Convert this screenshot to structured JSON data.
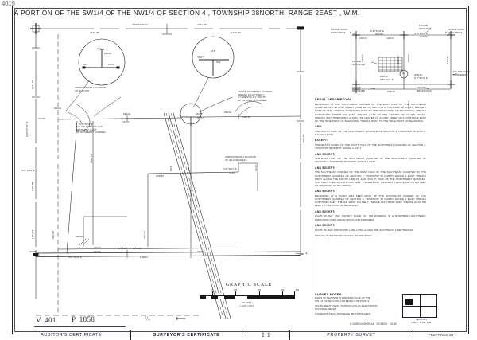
{
  "document": {
    "scan_artifact": "4019",
    "title": "A PORTION OF THE  SW1/4 OF THE  NW1/4 OF SECTION 4 , TOWNSHIP   38NORTH, RANGE  2EAST , W.M.",
    "file_path": "C:\\DWG\\4030RS1A   07/25/04   15:40"
  },
  "title_block": {
    "auditors_certificate": "AUDITOR'S CERTIFICATE",
    "surveyors_certificate": "SURVEYOR'S CERTIFICATE",
    "property_survey": "PROPERTY SURVEY",
    "prepared_by": "PREPARED BY",
    "volume_label": "V. 401",
    "page_label": "P. 1858",
    "sheet_mark": "1 1"
  },
  "legal_description": {
    "heading": "LEGAL DESCRIPTION",
    "blocks": [
      {
        "label": "",
        "text": "BEGINNING AT THE SOUTHWEST CORNER OF THE EAST HALF OF THE SOUTHEAST QUARTER OF THE NORTHWEST QUARTER OF SECTION 4, TOWNSHIP 38 NORTH, RANGE 2 EAST OF W.M.; THENCE NORTH 660 FEET TO THE TRUE POINT OF BEGINNING; THENCE CONTINUING NORTH 100 FEET; THENCE EAST TO THE CENTER OF SILVER CREEK; THENCE SOUTHWESTERLY ALONG THE CENTER OF SILVER CREEK TO A POINT DUE EAST OF THE TRUE POINT OF BEGINNING; THENCE WEST TO THE TRUE POINT OF BEGINNING."
      },
      {
        "label": "AND:",
        "text": "THE SOUTH HALF OF THE NORTHWEST QUARTER OF SECTION 4, TOWNSHIP 38 NORTH, RANGE 2 EAST."
      },
      {
        "label": "EXCEPT:",
        "text": "THE WEST 5 ACRES OF THE SOUTH HALF OF THE NORTHWEST QUARTER OF SECTION 4, TOWNSHIP 38 NORTH, RANGE 2 EAST."
      },
      {
        "label": "AND EXCEPT:",
        "text": "THE EAST HALF OF THE SOUTHEAST QUARTER OF THE NORTHWEST QUARTER OF SECTION 4, TOWNSHIP 38 NORTH, RANGE 2 EAST."
      },
      {
        "label": "AND EXCEPT:",
        "text": "THE SOUTHEAST CORNER OF THE WEST HALF OF THE SOUTHEAST QUARTER OF THE NORTHWEST QUARTER OF SECTION 4, TOWNSHIP 38 NORTH, RANGE 2 EAST; THENCE WEST ALONG THE SOUTH LINE OF SAID SOUTH HALF OF THE NORTHWEST QUARTER, 1015 FEET; THENCE NORTH 660 FEET; THENCE EAST 1015 FEET; THENCE SOUTH 660 FEET TO THE POINT OF BEGINNING."
      },
      {
        "label": "AND EXCEPT:",
        "text": "BEGINNING AT A POINT 1015 FEET WEST OF THE SOUTHEAST CORNER OF THE NORTHWEST QUARTER OF SECTION 4, TOWNSHIP 38 NORTH, RANGE 2 EAST; THENCE NORTH 660 FEET; THENCE WEST 330 FEET; THENCE SOUTH 660 FEET; THENCE EAST 330 FEET TO THE POINT OF BEGINNING."
      },
      {
        "label": "AND EXCEPT:",
        "text": "RIGHT-OF-WAY FOR COUNTY ROAD NO. 385 RUNNING IN A NORTHERLY-SOUTHERLY DIRECTION OVER AND ACROSS SAID PREMISES."
      },
      {
        "label": "AND EXCEPT:",
        "text": "RIGHT-OF-WAY FOR SHADY LANE LYING ALONG THE SOUTHERLY LINE THEREOF."
      },
      {
        "label": "",
        "text": "SITUATE IN WHATCOM COUNTY, WASHINGTON."
      }
    ]
  },
  "survey_notes": {
    "heading": "SURVEY NOTES:",
    "lines": [
      "BASIS OF BEARING IS THE WEST LINE OF THE\nNW 1/4 OF SECTION 4 AS BEING S 00°37'07\" E",
      "INSTRUMENT USED :  TOPCON GTS-3C ELECTRONIC\nDISTANCE METER",
      "STANDARD FIELD TRAVERSE METHODS USED."
    ]
  },
  "locator": {
    "caption": "SECTION 4\nT. 38 N., R. 2E., W.M."
  },
  "graphic_scale": {
    "title": "GRAPHIC  SCALE",
    "ticks": [
      "0",
      "100",
      "200",
      "400",
      "800"
    ],
    "caption": "( IN FEET )\n1 inch =  200 ft."
  },
  "drawing_labels": {
    "north_line_bearing": "N 88°31'34\" W",
    "dim_nw_quarter": "1316.38'",
    "dim_total_north": "2632.78'",
    "dim_ne_quarter": "1316.40'",
    "approx_slough": "APPROXIMATE LOCATION\nOF SLOUGH",
    "approx_silver_creek": "APPROXIMATE LOCATION\nOF SILVER CREEK",
    "found_property_corner": "FOUND PROPERTY CORNER\n(REBAR & CAP #9927)\n3.7' WEST & 6.7' SOUTH\nOF PROPERTY CORNER",
    "found_rebar_cap": "FOUND REBAR & CAP\n#4225 67.2' EAST\nOF PROPERTY CORNER",
    "shady_lane": "SHADY    LANE",
    "fence_1": "FENCE",
    "fence_2": "FENCE",
    "fence_3": "FENCE",
    "fence_4": "FENCE",
    "detail_a_1": "24.1'",
    "detail_a_2": "FENCE",
    "detail_a_3": "66.8'",
    "detail_a_4": "DITCH",
    "detail_b_1": "18.5'",
    "detail_b_2": "FENCE",
    "detail_b_3": "30.0'",
    "west_line_bearing": "S 00°37'07\" E",
    "west_dim_1": "1341.23'",
    "west_dim_2": "1320.85'",
    "west_dim_3": "1321.36'",
    "west_dim_4": "660.69'",
    "offset_169": "169.80'",
    "dim_1137": "1137.01'",
    "bearing_s88_1": "S 88°02'07\" E",
    "dim_640": "640.78'",
    "dim_1766": "1766.77'",
    "dim_1306": "1306.85'",
    "dim_1098": "1098.65'",
    "bearing_s87_1": "S 87°39'12\" E",
    "bearing_s87_2": "S 87°39'12\" E",
    "dim_70": "70.02'",
    "dim_426": "426.17'",
    "dim_423": "423.90'",
    "dim_1298": "1298.23'",
    "dim_703": "703.96'",
    "dim_1596": "1596.46'",
    "dim_660_1": "660.92'",
    "dim_660_2": "660.50'",
    "right_col_1": "15.5'",
    "right_col_2": "46.36'",
    "node_4": "4"
  },
  "monument_map": {
    "found_conc_monument_nw": "FOUND CONC.\nMONUMENT",
    "found_iron_pipe_n": "FOUND\nIRON PIPE",
    "found_conc_monument_ne": "FOUND CONC.\nMONUMENT",
    "found_iron_pipe_w": "FOUND\nIRON PIPE",
    "found_conc_monument_e": "FOUND CONC.\nMONUMENT",
    "found_iron_pipe_sw": "FOUND\nIRON PIPE",
    "found_brass_disk": "FOUND\nBRASS DISK",
    "bearing_top_1": "N 88°31'34\" E",
    "dim_top_1": "2632.82'",
    "dim_top_2": "1316.41'",
    "dim_top_3": "1316.41'",
    "bearing_top_2": "N 88°30'04\" E",
    "dim_top_4": "2633.10'",
    "bearing_bottom": "N 87°59'12\" E",
    "dim_bottom_1": "2638.40'",
    "dim_bottom_2": "2633.24'",
    "dim_bottom_3": "2638.62'",
    "center_node": "4",
    "bearing_mid": "N 87°59'12\" E",
    "dim_mid": "2638.62'"
  }
}
